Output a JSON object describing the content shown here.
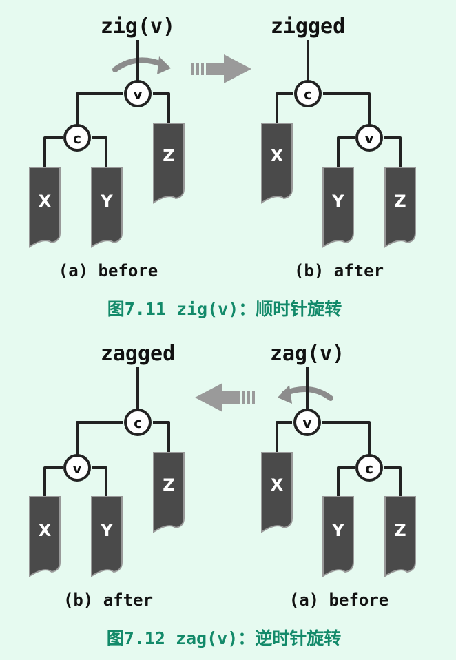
{
  "figure1": {
    "left_title": "zig(v)",
    "right_title": "zigged",
    "left_subcaption": "(a) before",
    "right_subcaption": "(b) after",
    "caption": "图7.11 zig(v)：顺时针旋转",
    "left_nodes": {
      "root": "v",
      "child": "c"
    },
    "left_leaves": {
      "a": "X",
      "b": "Y",
      "c": "Z"
    },
    "right_nodes": {
      "root": "c",
      "child": "v"
    },
    "right_leaves": {
      "a": "X",
      "b": "Y",
      "c": "Z"
    }
  },
  "figure2": {
    "left_title": "zagged",
    "right_title": "zag(v)",
    "left_subcaption": "(b) after",
    "right_subcaption": "(a) before",
    "caption": "图7.12 zag(v)：逆时针旋转",
    "left_nodes": {
      "root": "c",
      "child": "v"
    },
    "left_leaves": {
      "a": "X",
      "b": "Y",
      "c": "Z"
    },
    "right_nodes": {
      "root": "v",
      "child": "c"
    },
    "right_leaves": {
      "a": "X",
      "b": "Y",
      "c": "Z"
    }
  },
  "colors": {
    "background": "#e6faf0",
    "caption": "#138a6a",
    "leaf_fill": "#4a4a4a",
    "arrow": "#8c8c8c",
    "line": "#222222"
  }
}
